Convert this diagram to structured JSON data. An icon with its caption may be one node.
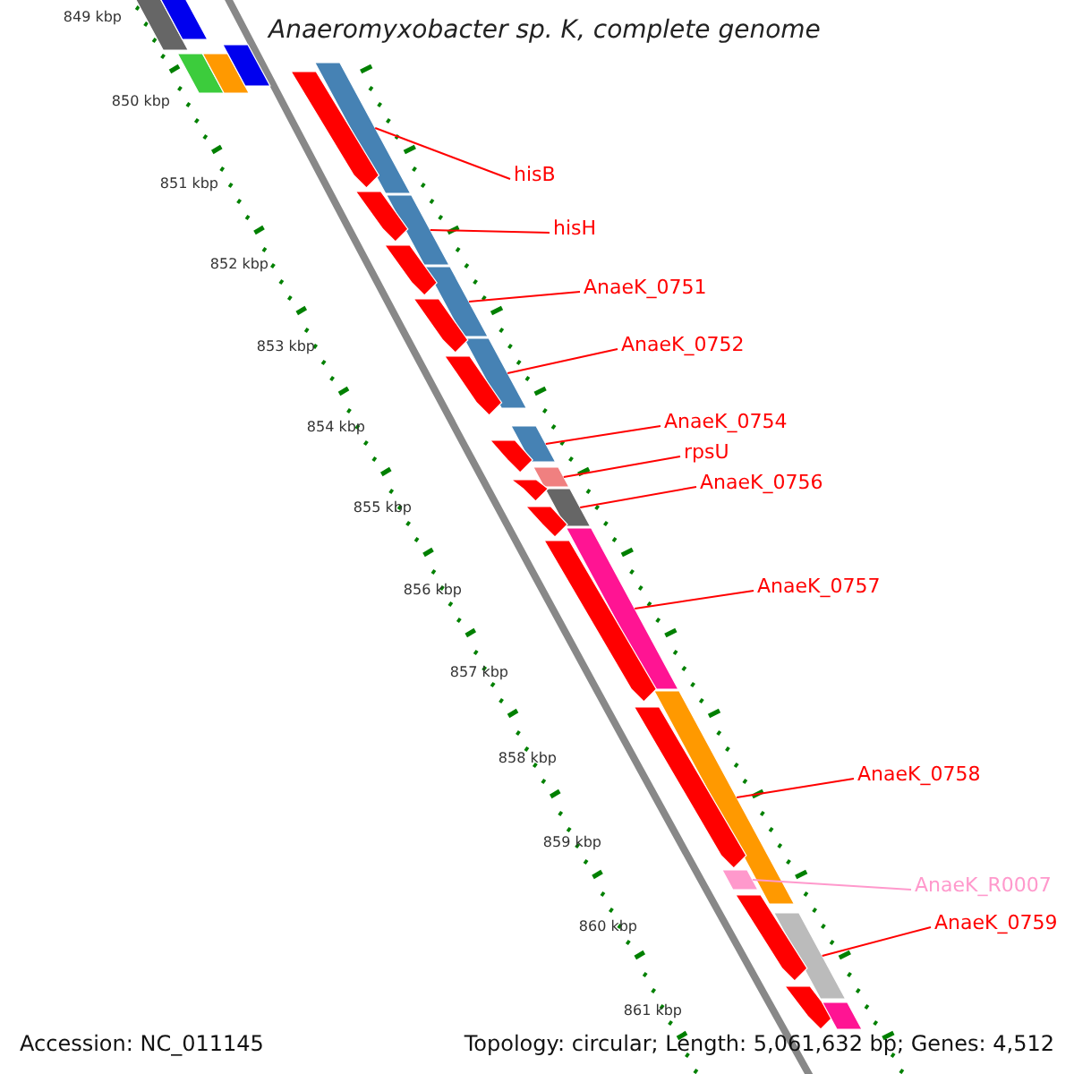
{
  "diagram": {
    "title": "Anaeromyxobacter sp. K, complete genome",
    "nodes": [
      {
        "text": [
          "hisB"
        ]
      },
      {
        "text": [
          "hisH"
        ]
      },
      {
        "text": [
          "AnaeK_0751"
        ]
      },
      {
        "text": [
          "AnaeK_0752"
        ]
      },
      {
        "text": [
          "AnaeK_0754"
        ]
      },
      {
        "text": [
          "rpsU"
        ]
      },
      {
        "text": [
          "AnaeK_0756"
        ]
      },
      {
        "text": [
          "AnaeK_0757"
        ]
      },
      {
        "text": [
          "AnaeK_0758"
        ]
      },
      {
        "text": [
          "AnaeK_R0007"
        ]
      },
      {
        "text": [
          "AnaeK_0759"
        ]
      },
      {
        "text": [],
        "shape": "bar"
      },
      {
        "text": [],
        "shape": "bar"
      },
      {
        "text": [],
        "shape": "bar"
      },
      {
        "text": [],
        "shape": "bar"
      },
      {
        "text": [],
        "shape": "bar"
      },
      {
        "text": [],
        "shape": "bar"
      },
      {
        "text": [],
        "shape": "bar"
      },
      {
        "text": [],
        "shape": "bar"
      },
      {
        "text": [],
        "shape": "bar"
      },
      {
        "text": [],
        "shape": "bar"
      },
      {
        "text": [],
        "shape": "bar"
      },
      {
        "text": [],
        "shape": "bar"
      },
      {
        "text": [],
        "shape": "bar"
      },
      {
        "text": [],
        "shape": "bar"
      },
      {
        "text": [],
        "shape": "bar"
      },
      {
        "text": [],
        "shape": "bar"
      },
      {
        "text": [],
        "shape": "arrow"
      },
      {
        "text": [],
        "shape": "arrow"
      },
      {
        "text": [],
        "shape": "arrow"
      },
      {
        "text": [],
        "shape": "arrow"
      },
      {
        "text": [],
        "shape": "arrow"
      },
      {
        "text": [],
        "shape": "arrow"
      },
      {
        "text": [],
        "shape": "arrow"
      },
      {
        "text": [],
        "shape": "arrow"
      },
      {
        "text": [],
        "shape": "arrow"
      },
      {
        "text": [],
        "shape": "arrow"
      },
      {
        "text": [],
        "shape": "arrow"
      },
      {
        "text": [],
        "shape": "arrow"
      },
      {
        "text": [],
        "shape": "bar"
      }
    ],
    "edges": [
      {
        "from": 0,
        "to": 11,
        "arrow": "none"
      },
      {
        "from": 1,
        "to": 12,
        "arrow": "none"
      },
      {
        "from": 2,
        "to": 13,
        "arrow": "none"
      },
      {
        "from": 3,
        "to": 14,
        "arrow": "none"
      },
      {
        "from": 4,
        "to": 15,
        "arrow": "none"
      },
      {
        "from": 5,
        "to": 16,
        "arrow": "none"
      },
      {
        "from": 6,
        "to": 17,
        "arrow": "none"
      },
      {
        "from": 7,
        "to": 18,
        "arrow": "none"
      },
      {
        "from": 8,
        "to": 19,
        "arrow": "none"
      },
      {
        "from": 9,
        "to": 20,
        "arrow": "none",
        "color": "#ff99cc"
      },
      {
        "from": 10,
        "to": 21,
        "arrow": "none"
      }
    ],
    "labels": [
      "849 kbp",
      "850 kbp",
      "851 kbp",
      "852 kbp",
      "853 kbp",
      "854 kbp",
      "855 kbp",
      "856 kbp",
      "857 kbp",
      "858 kbp",
      "859 kbp",
      "860 kbp",
      "861 kbp",
      "Accession: NC_011145",
      "Topology: circular; Length: 5,061,632 bp; Genes: 4,512"
    ]
  }
}
